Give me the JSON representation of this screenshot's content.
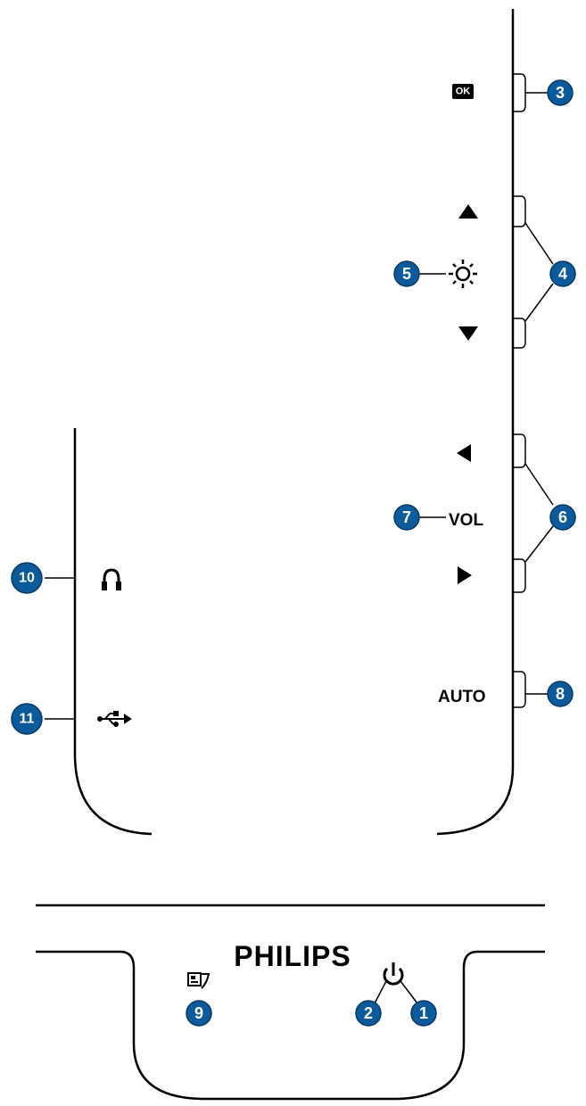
{
  "brand": "PHILIPS",
  "labels": {
    "ok": "OK",
    "vol": "VOL",
    "auto": "AUTO"
  },
  "icons": [
    "ok-button-icon",
    "up-triangle-icon",
    "brightness-sun-icon",
    "down-triangle-icon",
    "left-triangle-icon",
    "right-triangle-icon",
    "headphone-icon",
    "usb-icon",
    "smartimage-icon",
    "power-icon"
  ],
  "callouts": {
    "c1": "1",
    "c2": "2",
    "c3": "3",
    "c4": "4",
    "c5": "5",
    "c6": "6",
    "c7": "7",
    "c8": "8",
    "c9": "9",
    "c10": "10",
    "c11": "11"
  },
  "colors": {
    "callout": "#0b5a9c",
    "outline": "#000000"
  }
}
